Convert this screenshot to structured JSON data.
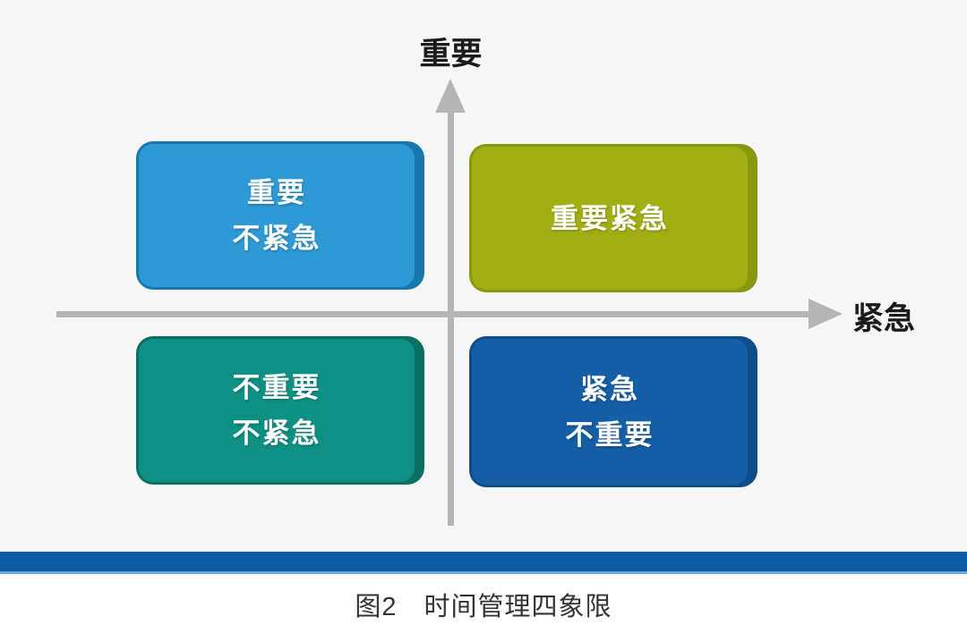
{
  "figure": {
    "y_axis_label": "重要",
    "x_axis_label": "紧急",
    "quadrants": [
      {
        "name": "important-not-urgent",
        "lines": [
          "重要",
          "不紧急"
        ],
        "fill": "#2D9AD5",
        "edge": "#1878AB"
      },
      {
        "name": "important-urgent",
        "lines": [
          "重要紧急"
        ],
        "fill": "#A2AF12",
        "edge": "#8A970D"
      },
      {
        "name": "not-important-not-urgent",
        "lines": [
          "不重要",
          "不紧急"
        ],
        "fill": "#0E9184",
        "edge": "#0B6F64"
      },
      {
        "name": "urgent-not-important",
        "lines": [
          "紧急",
          "不重要"
        ],
        "fill": "#155FA7",
        "edge": "#0E4D87"
      }
    ],
    "caption": "图2　时间管理四象限",
    "colors": {
      "axis": "#B5B5B5",
      "bar": "#0D5CA7",
      "bar_underline": "#6EA9D6",
      "background": "#F5F6F7",
      "quadrant_text": "#FFFFFF",
      "axis_label_text": "#1B1B1B",
      "caption_text": "#333333"
    }
  }
}
